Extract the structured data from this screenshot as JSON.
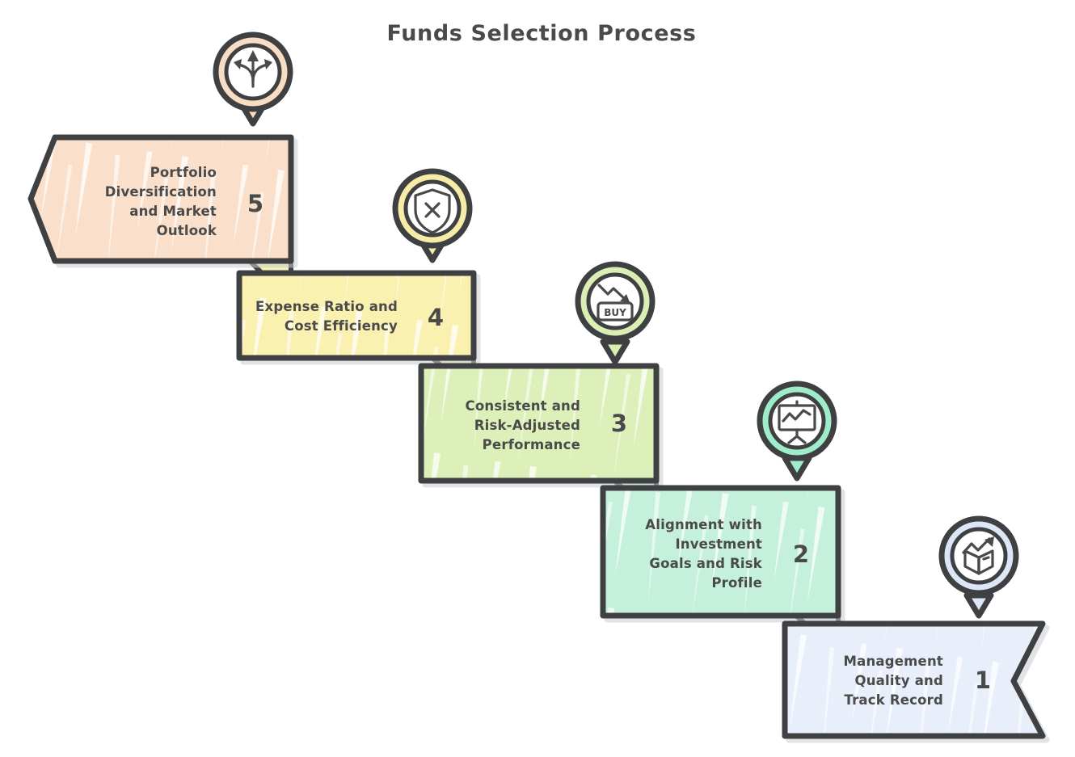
{
  "title": "Funds Selection Process",
  "theme": {
    "background": "#ffffff",
    "outline": "#3f4042",
    "text": "#4a4a4a",
    "shadow": "#c9ccd2"
  },
  "chart_data": {
    "type": "diagram",
    "title": "Funds Selection Process",
    "layout": "descending-staircase",
    "direction": "5 to 1, top-left to bottom-right",
    "steps": [
      {
        "number": "5",
        "label": "Portfolio Diversification and Market Outlook",
        "lines": [
          "Portfolio",
          "Diversification",
          "and Market",
          "Outlook"
        ],
        "color": "#fae0cb",
        "pin_color": "#f9dcc4",
        "icon": "diverging-arrows-icon",
        "shape": "left-arrow-band"
      },
      {
        "number": "4",
        "label": "Expense Ratio and Cost Efficiency",
        "lines": [
          "Expense Ratio and",
          "Cost Efficiency"
        ],
        "color": "#faf0af",
        "pin_color": "#f6eca8",
        "icon": "shield-x-icon",
        "shape": "rect-band"
      },
      {
        "number": "3",
        "label": "Consistent and Risk-Adjusted Performance",
        "lines": [
          "Consistent and",
          "Risk-Adjusted",
          "Performance"
        ],
        "color": "#def0b9",
        "pin_color": "#dbefb4",
        "icon": "buy-chart-down-icon",
        "shape": "rect-band"
      },
      {
        "number": "2",
        "label": "Alignment with Investment Goals and Risk Profile",
        "lines": [
          "Alignment with",
          "Investment",
          "Goals and Risk",
          "Profile"
        ],
        "color": "#c4f0dc",
        "pin_color": "#9eecc9",
        "icon": "presentation-chart-icon",
        "shape": "rect-band"
      },
      {
        "number": "1",
        "label": "Management Quality and Track Record",
        "lines": [
          "Management",
          "Quality and",
          "Track Record"
        ],
        "color": "#e8eefa",
        "pin_color": "#dde6f7",
        "icon": "book-growth-icon",
        "shape": "banner-notch-band"
      }
    ]
  }
}
